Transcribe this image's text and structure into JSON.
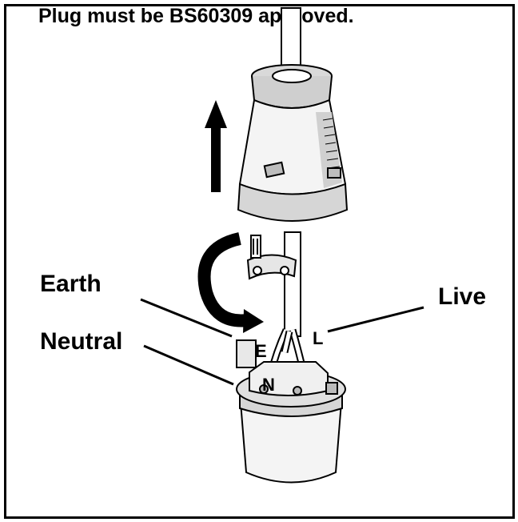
{
  "title": "Plug must be BS60309 approved.",
  "labels": {
    "earth": "Earth",
    "neutral": "Neutral",
    "live": "Live"
  },
  "pin_letters": {
    "earth": "E",
    "neutral": "N",
    "live": "L"
  }
}
